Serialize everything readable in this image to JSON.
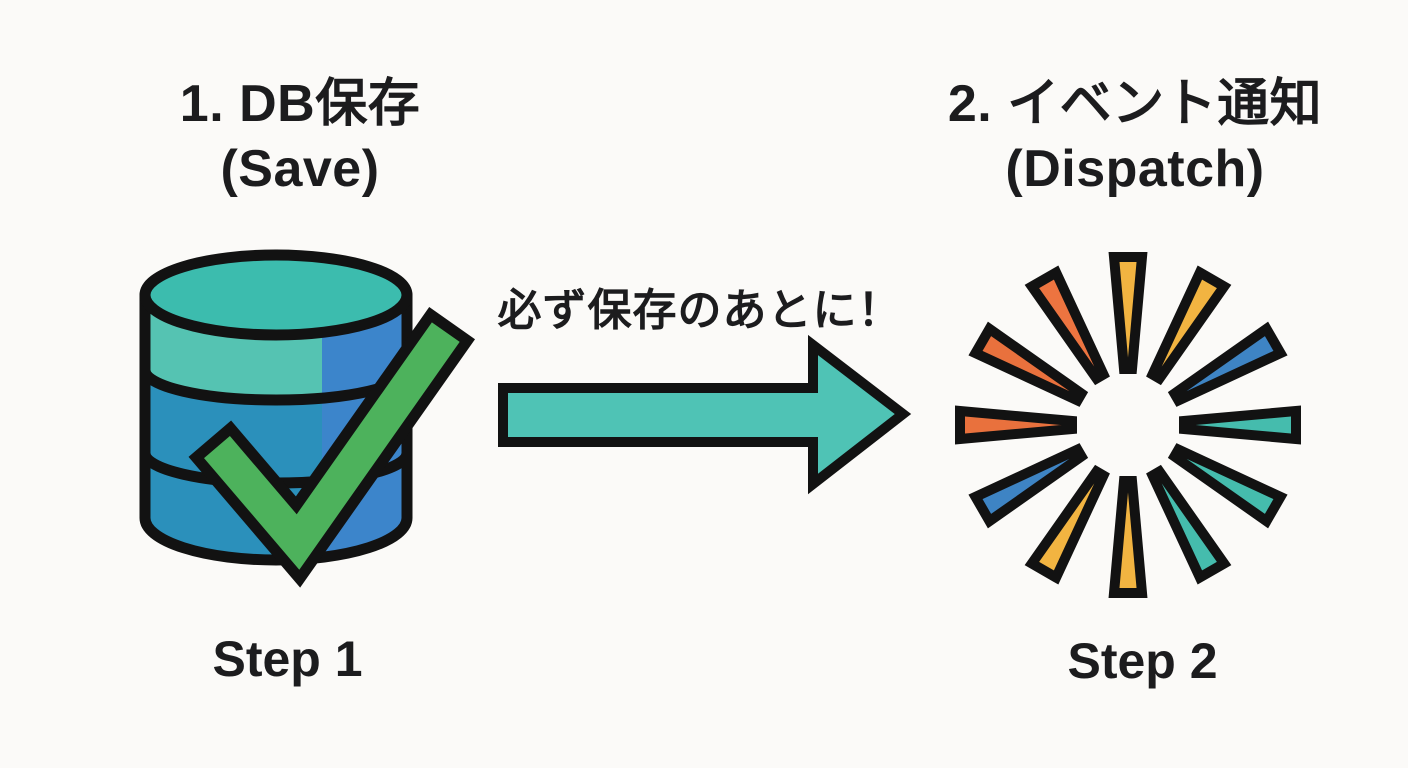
{
  "diagram": {
    "step1": {
      "title_line1": "1. DB保存",
      "title_line2": "(Save)",
      "caption": "Step 1",
      "icon": "database-check-icon"
    },
    "step2": {
      "title_line1": "2. イベント通知",
      "title_line2": "(Dispatch)",
      "caption": "Step 2",
      "icon": "dispatch-burst-icon"
    },
    "arrow": {
      "label": "必ず保存のあとに！",
      "direction": "right"
    }
  },
  "colors": {
    "background": "#FBFAF8",
    "text": "#1C1C1E",
    "outline": "#121212",
    "arrow_fill": "#4FC3B5",
    "db_top": "#3CBCAE",
    "db_top_band": "#55C3B2",
    "db_body": "#2B90BB",
    "db_right_strip": "#3C85CB",
    "check_green": "#4DB25C"
  },
  "icons": {
    "dispatch_burst": {
      "ray_count": 12,
      "ray_colors_clockwise_from_top": [
        "#F2B441",
        "#F2B441",
        "#3E84C4",
        "#45BCAD",
        "#45BCAD",
        "#45BCAD",
        "#F2B441",
        "#F2B441",
        "#3E84C4",
        "#E9713D",
        "#E9713D",
        "#ED7440"
      ]
    }
  }
}
